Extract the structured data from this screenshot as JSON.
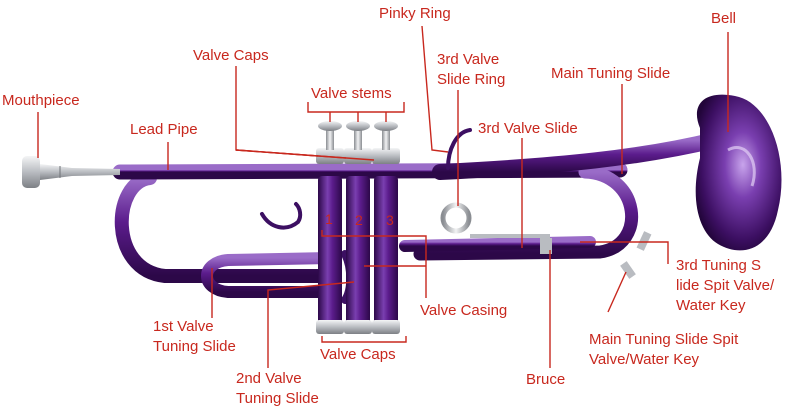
{
  "colors": {
    "label": "#c8281e",
    "leader": "#c8281e",
    "body": "#5b1c8c",
    "body_dark": "#2c0848",
    "highlight": "#b48cdc",
    "silver": "#cfd2d6"
  },
  "labels": {
    "mouthpiece": "Mouthpiece",
    "lead_pipe": "Lead Pipe",
    "valve_caps_top": "Valve Caps",
    "pinky_ring": "Pinky Ring",
    "third_valve_slide_ring_l1": "3rd Valve",
    "third_valve_slide_ring_l2": "Slide Ring",
    "valve_stems": "Valve stems",
    "bell": "Bell",
    "main_tuning_slide": "Main Tuning Slide",
    "third_valve_slide": "3rd Valve Slide",
    "valve_number_1": "1",
    "valve_number_2": "2",
    "valve_number_3": "3",
    "third_tuning_spit_l1": "3rd Tuning S",
    "third_tuning_spit_l2": "lide Spit Valve/",
    "third_tuning_spit_l3": "Water Key",
    "valve_casing": "Valve Casing",
    "first_valve_l1": "1st Valve",
    "first_valve_l2": "Tuning Slide",
    "valve_caps_bottom": "Valve Caps",
    "main_spit_l1": "Main Tuning Slide Spit",
    "main_spit_l2": "Valve/Water Key",
    "second_valve_l1": "2nd Valve",
    "second_valve_l2": "Tuning Slide",
    "bruce": "Bruce"
  }
}
